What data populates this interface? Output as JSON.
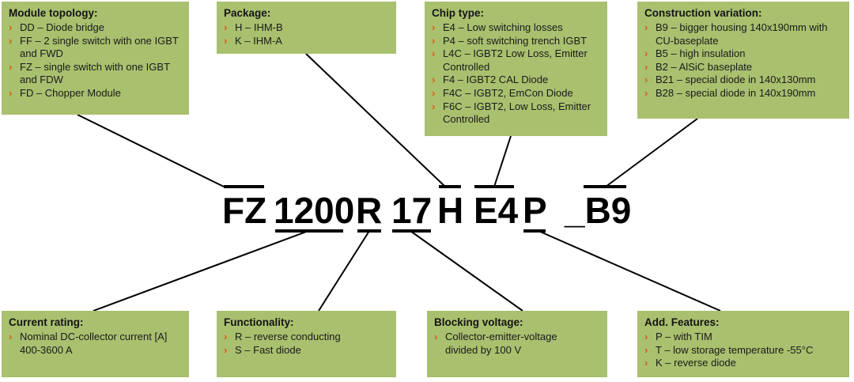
{
  "boxes": {
    "module_topology": {
      "title": "Module topology:",
      "items": [
        "DD – Diode bridge",
        "FF – 2 single switch with one IGBT and FWD",
        "FZ – single switch with one IGBT and FDW",
        "FD – Chopper Module"
      ]
    },
    "package": {
      "title": "Package:",
      "items": [
        "H – IHM-B",
        "K – IHM-A"
      ]
    },
    "chip_type": {
      "title": "Chip type:",
      "items": [
        "E4 – Low switching losses",
        "P4 – soft switching trench IGBT",
        "L4C – IGBT2 Low Loss, Emitter Controlled",
        "F4 – IGBT2 CAL Diode",
        "F4C – IGBT2, EmCon Diode",
        "F6C – IGBT2, Low Loss, Emitter Controlled"
      ]
    },
    "construction_variation": {
      "title": "Construction variation:",
      "items": [
        "B9 – bigger housing 140x190mm with CU-baseplate",
        "B5 – high insulation",
        "B2 – AlSiC baseplate",
        "B21 – special diode in 140x130mm",
        "B28 – special diode in 140x190mm"
      ]
    },
    "current_rating": {
      "title": "Current rating:",
      "items": [
        "Nominal DC-collector current [A] 400-3600 A"
      ]
    },
    "functionality": {
      "title": "Functionality:",
      "items": [
        "R – reverse conducting",
        "S – Fast diode"
      ]
    },
    "blocking_voltage": {
      "title": "Blocking voltage:",
      "items": [
        "Collector-emitter-voltage divided by 100 V"
      ]
    },
    "add_features": {
      "title": "Add. Features:",
      "items": [
        "P – with TIM",
        "T – low storage temperature -55°C",
        "K – reverse diode"
      ]
    }
  },
  "code": {
    "parts": [
      "FZ",
      "1200",
      "R",
      "17",
      "H",
      "E4",
      "P",
      "_B9"
    ]
  },
  "colors": {
    "box_fill": "#a9c06f",
    "bullet": "#d85a1a",
    "line": "#000000"
  },
  "bullet_glyph": "›"
}
